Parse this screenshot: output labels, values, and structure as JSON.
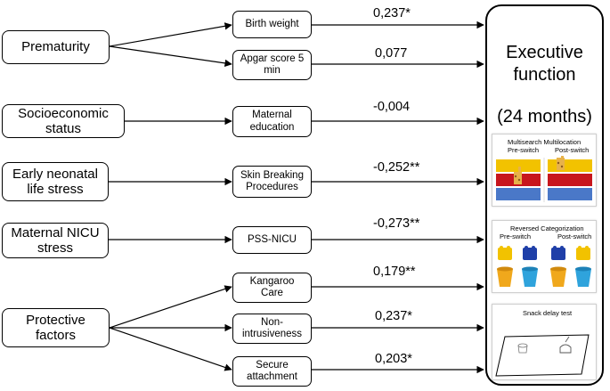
{
  "factors": [
    {
      "label_lines": [
        "Prematurity"
      ]
    },
    {
      "label_lines": [
        "Socioeconomic",
        "status"
      ]
    },
    {
      "label_lines": [
        "Early neonatal",
        "life stress"
      ]
    },
    {
      "label_lines": [
        "Maternal NICU",
        "stress"
      ]
    },
    {
      "label_lines": [
        "Protective",
        "factors"
      ]
    }
  ],
  "mediators": [
    {
      "label_lines": [
        "Birth weight"
      ],
      "coefficient": "0,237*"
    },
    {
      "label_lines": [
        "Apgar score 5",
        "min"
      ],
      "coefficient": "0,077"
    },
    {
      "label_lines": [
        "Maternal",
        "education"
      ],
      "coefficient": "-0,004"
    },
    {
      "label_lines": [
        "Skin Breaking",
        "Procedures"
      ],
      "coefficient": "-0,252**"
    },
    {
      "label_lines": [
        "PSS-NICU"
      ],
      "coefficient": "-0,273**"
    },
    {
      "label_lines": [
        "Kangaroo",
        "Care"
      ],
      "coefficient": "0,179**"
    },
    {
      "label_lines": [
        "Non-",
        "intrusiveness"
      ],
      "coefficient": "0,237*"
    },
    {
      "label_lines": [
        "Secure",
        "attachment"
      ],
      "coefficient": "0,203*"
    }
  ],
  "outcome": {
    "title_lines": [
      "Executive",
      "function"
    ],
    "subtitle": "(24 months)"
  },
  "tasks": {
    "multisearch": {
      "title": "Multisearch Multilocation",
      "pre_label": "Pre-switch",
      "post_label": "Post-switch",
      "colors": [
        "#f2c200",
        "#c8161d",
        "#4a78c8"
      ]
    },
    "categorization": {
      "title": "Reversed Categorization",
      "pre_label": "Pre-switch",
      "post_label": "Post-switch",
      "colors": [
        "#f2c200",
        "#1f3fa8",
        "#f0a81c",
        "#2fa3dc"
      ]
    },
    "snack_delay": {
      "title": "Snack delay test"
    }
  }
}
